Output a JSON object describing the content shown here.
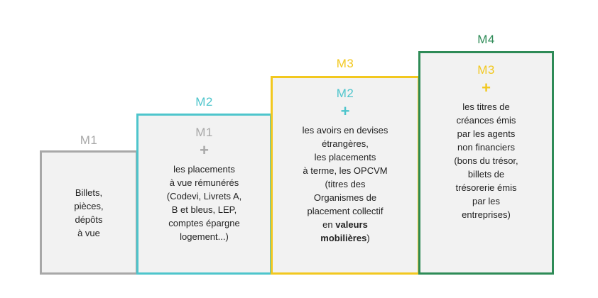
{
  "colors": {
    "m1": "#a8a8a8",
    "m2": "#4ec5cc",
    "m3": "#f2c81f",
    "m4": "#2e8b57",
    "box_fill": "#f2f2f2"
  },
  "m1": {
    "label": "M1",
    "desc_lines": [
      "Billets,",
      "pièces,",
      "dépôts",
      "à vue"
    ]
  },
  "m2": {
    "label": "M2",
    "inner_label": "M1",
    "plus": "+",
    "desc_lines": [
      "les placements",
      "à vue rémunérés",
      "(Codevi, Livrets A,",
      "B et bleus, LEP,",
      "comptes épargne",
      "logement...)"
    ]
  },
  "m3": {
    "label": "M3",
    "inner_label": "M2",
    "plus": "+",
    "desc_lines": [
      "les avoirs en devises",
      "étrangères,",
      "les placements",
      "à terme, les OPCVM",
      "(titres des",
      "Organismes de",
      "placement collectif",
      "en"
    ],
    "desc_bold_1": "valeurs",
    "desc_bold_2": "mobilières",
    "desc_tail": ")"
  },
  "m4": {
    "label": "M4",
    "inner_label": "M3",
    "plus": "+",
    "desc_lines": [
      "les titres de",
      "créances émis",
      "par les agents",
      "non financiers",
      "(bons du trésor,",
      "billets de",
      "trésorerie émis",
      "par les",
      "entreprises)"
    ]
  }
}
